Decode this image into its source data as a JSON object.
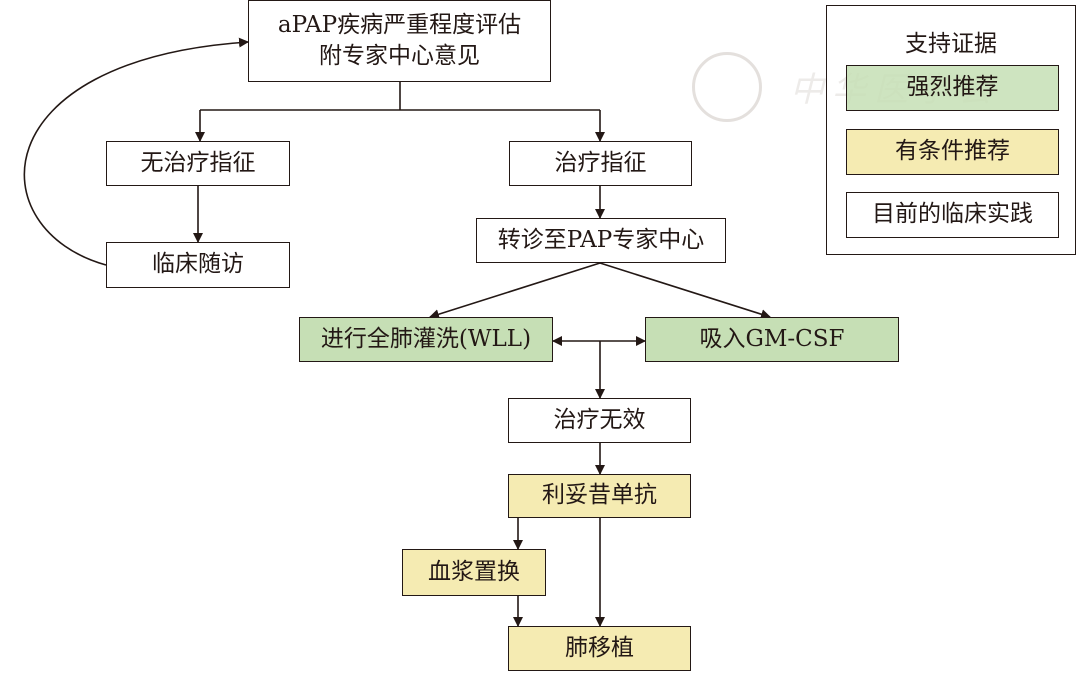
{
  "nodes": {
    "assessment": {
      "line1": "aPAP疾病严重程度评估",
      "line2": "附专家中心意见"
    },
    "no_indication": "无治疗指征",
    "indication": "治疗指征",
    "follow_up": "临床随访",
    "referral": "转诊至PAP专家中心",
    "wll": "进行全肺灌洗(WLL)",
    "gmcsf": "吸入GM-CSF",
    "ineffective": "治疗无效",
    "rituximab": "利妥昔单抗",
    "plasma": "血浆置换",
    "transplant": "肺移植"
  },
  "legend": {
    "title": "支持证据",
    "items": [
      {
        "label": "强烈推荐",
        "color": "#c6dfb5"
      },
      {
        "label": "有条件推荐",
        "color": "#f5ebb2"
      },
      {
        "label": "目前的临床实践",
        "color": "#ffffff"
      }
    ]
  },
  "watermark": {
    "text": "中华医学会"
  }
}
